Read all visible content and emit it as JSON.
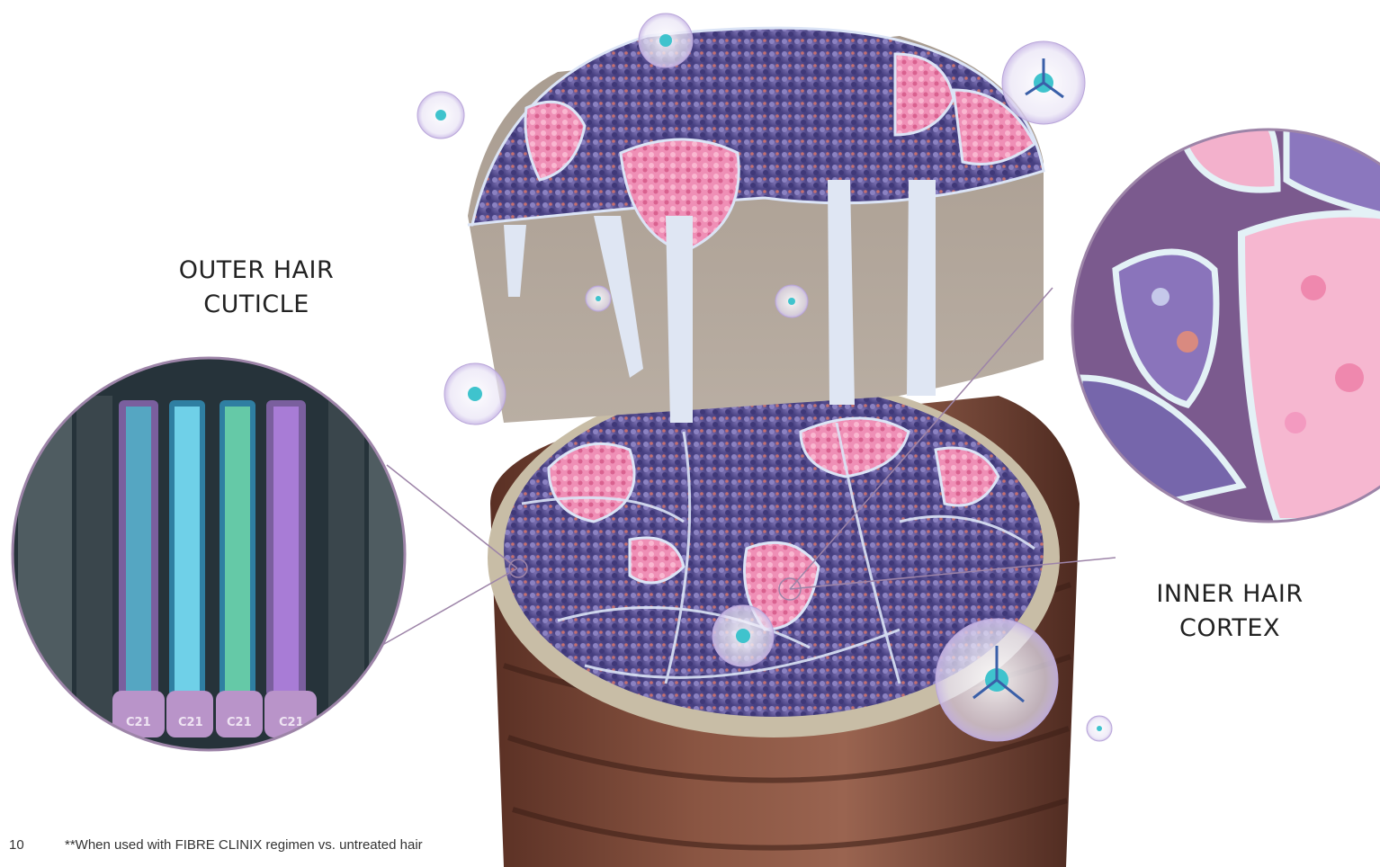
{
  "labels": {
    "outer_line1": "OUTER HAIR",
    "outer_line2": "CUTICLE",
    "inner_line1": "INNER HAIR",
    "inner_line2": "CORTEX"
  },
  "inset_left": {
    "tag": "C21",
    "tags": [
      "C21",
      "C21",
      "C21",
      "C21"
    ]
  },
  "footer": {
    "page_number": "10",
    "footnote": "**When used with FIBRE CLINIX regimen vs. untreated hair"
  },
  "colors": {
    "shaft_brown": "#7a4736",
    "cap_beige": "#ada296",
    "cell_purple": "#5b5497",
    "cell_pink": "#ec86ae",
    "cell_border": "#dbe4f6",
    "inset_border": "#9d84a8",
    "molecule_teal": "#35c2cc"
  },
  "icons": [
    "molecule-icon"
  ]
}
